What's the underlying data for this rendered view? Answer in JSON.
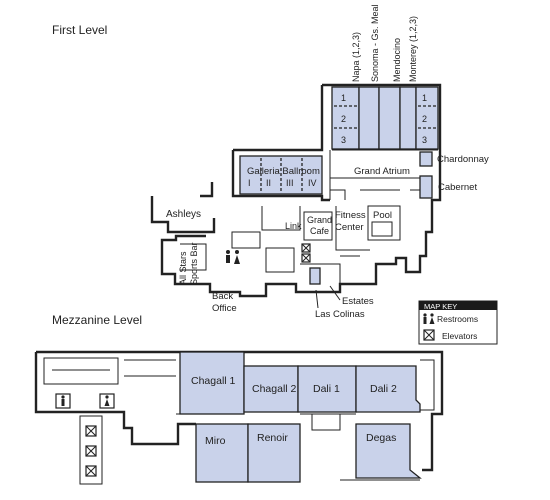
{
  "levels": {
    "first": "First Level",
    "mezzanine": "Mezzanine Level"
  },
  "first_level_rooms": {
    "napa": "Napa (1,2,3)",
    "sonoma": "Sonoma - Gs. Meal",
    "mendocino": "Mendocino",
    "monterey": "Monterey (1,2,3)",
    "napa_sections": [
      "1",
      "2",
      "3"
    ],
    "monterey_sections": [
      "1",
      "2",
      "3"
    ],
    "chardonnay": "Chardonnay",
    "cabernet": "Cabernet",
    "grand_atrium": "Grand Atrium",
    "galleria_ballroom": "Galleria Ballroom",
    "galleria_sections": [
      "I",
      "II",
      "III",
      "IV"
    ],
    "ashleys": "Ashleys",
    "link": "Link",
    "grand_cafe_line1": "Grand",
    "grand_cafe_line2": "Cafe",
    "fitness_line1": "Fitness",
    "fitness_line2": "Center",
    "pool": "Pool",
    "sports_bar_line1": "All Stars",
    "sports_bar_line2": "Sports Bar",
    "back_office_line1": "Back",
    "back_office_line2": "Office",
    "estates": "Estates",
    "las_colinas": "Las Colinas"
  },
  "mezzanine_rooms": {
    "chagall1": "Chagall 1",
    "chagall2": "Chagall 2",
    "dali1": "Dali 1",
    "dali2": "Dali 2",
    "miro": "Miro",
    "renoir": "Renoir",
    "degas": "Degas"
  },
  "map_key": {
    "title": "MAP KEY",
    "restrooms": "Restrooms",
    "elevators": "Elevators"
  },
  "colors": {
    "room_fill": "#c9d2ea",
    "wall": "#222222",
    "key_header": "#1a1a1a"
  }
}
